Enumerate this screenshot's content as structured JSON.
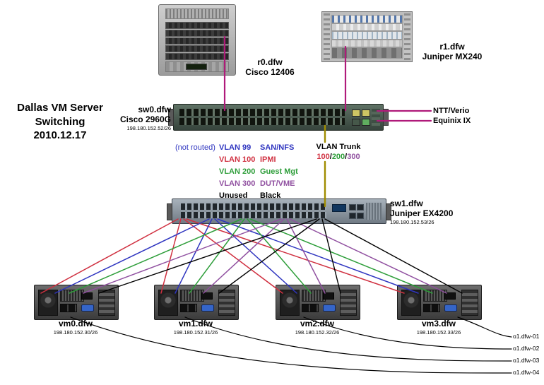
{
  "title": "Dallas VM Server\nSwitching\n2010.12.17",
  "palette": {
    "vlan99_blue": "#2f35c0",
    "vlan100_red": "#d03040",
    "vlan200_green": "#2e9e3a",
    "vlan300_purple": "#9050a0",
    "unused_black": "#000000",
    "uplink_magenta": "#b01a7a",
    "trunk_olive": "#a08c00"
  },
  "routers": {
    "r0": {
      "name": "r0.dfw",
      "model": "Cisco 12406"
    },
    "r1": {
      "name": "r1.dfw",
      "model": "Juniper MX240"
    }
  },
  "switches": {
    "sw0": {
      "name": "sw0.dfw",
      "model": "Cisco 2960G",
      "ip": "198.180.152.52/26"
    },
    "sw1": {
      "name": "sw1.dfw",
      "model": "Juniper EX4200",
      "ip": "198.180.152.53/26"
    }
  },
  "uplinks": {
    "ntt": "NTT/Verio",
    "equinix": "Equinix IX"
  },
  "legend": {
    "rows": [
      {
        "prefix": "(not routed)",
        "vlan": "VLAN 99",
        "desc": "SAN/NFS",
        "color": "blue"
      },
      {
        "prefix": "",
        "vlan": "VLAN 100",
        "desc": "IPMI",
        "color": "red"
      },
      {
        "prefix": "",
        "vlan": "VLAN 200",
        "desc": "Guest Mgt",
        "color": "green"
      },
      {
        "prefix": "",
        "vlan": "VLAN 300",
        "desc": "DUT/VME",
        "color": "purple"
      },
      {
        "prefix": "",
        "vlan": "Unused",
        "desc": "Black",
        "color": "black"
      }
    ]
  },
  "trunk": {
    "label": "VLAN Trunk",
    "vlans": [
      "100",
      "200",
      "300"
    ],
    "sep": "/"
  },
  "vms": [
    {
      "name": "vm0.dfw",
      "ip": "198.180.152.30/26"
    },
    {
      "name": "vm1.dfw",
      "ip": "198.180.152.31/26"
    },
    {
      "name": "vm2.dfw",
      "ip": "198.180.152.32/26"
    },
    {
      "name": "vm3.dfw",
      "ip": "198.180.152.33/26"
    }
  ],
  "console_links": [
    "o1.dfw-01",
    "o1.dfw-02",
    "o1.dfw-03",
    "o1.dfw-04"
  ],
  "connections": [
    {
      "from": "r0.dfw",
      "to": "sw0.dfw",
      "link": "router uplink"
    },
    {
      "from": "r1.dfw",
      "to": "sw0.dfw",
      "link": "router uplink"
    },
    {
      "from": "sw0.dfw",
      "to": "NTT/Verio",
      "link": "peering"
    },
    {
      "from": "sw0.dfw",
      "to": "Equinix IX",
      "link": "peering"
    },
    {
      "from": "sw0.dfw",
      "to": "sw1.dfw",
      "link": "VLAN Trunk 100/200/300"
    },
    {
      "from": "sw1.dfw",
      "to": "vm0.dfw",
      "vlans": [
        "VLAN 99",
        "VLAN 100",
        "VLAN 200",
        "VLAN 300",
        "Unused"
      ]
    },
    {
      "from": "sw1.dfw",
      "to": "vm1.dfw",
      "vlans": [
        "VLAN 99",
        "VLAN 100",
        "VLAN 200",
        "VLAN 300",
        "Unused"
      ]
    },
    {
      "from": "sw1.dfw",
      "to": "vm2.dfw",
      "vlans": [
        "VLAN 99",
        "VLAN 100",
        "VLAN 200",
        "VLAN 300",
        "Unused"
      ]
    },
    {
      "from": "sw1.dfw",
      "to": "vm3.dfw",
      "vlans": [
        "VLAN 99",
        "VLAN 100",
        "VLAN 200",
        "VLAN 300",
        "Unused"
      ]
    },
    {
      "from": "o1.dfw-01",
      "to": "vm3.dfw",
      "link": "console"
    },
    {
      "from": "o1.dfw-02",
      "to": "vm2.dfw",
      "link": "console"
    },
    {
      "from": "o1.dfw-03",
      "to": "vm1.dfw",
      "link": "console"
    },
    {
      "from": "o1.dfw-04",
      "to": "vm0.dfw",
      "link": "console"
    }
  ]
}
